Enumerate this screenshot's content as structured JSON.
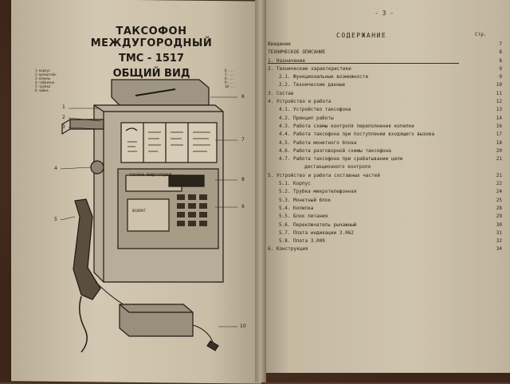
{
  "left_page": {
    "title_line1": "ТАКСОФОН МЕЖДУГОРОДНЫЙ",
    "title_line2": "ТМС - 1517",
    "title_line3": "ОБЩИЙ ВИД",
    "legend_left": [
      "1-корпус",
      "2-кронштейн",
      "3-панель",
      "4-табличка",
      "5-трубка",
      "6-замок"
    ],
    "legend_right": [
      "6-...",
      "7-...",
      "8-...",
      "9-...",
      "10-..."
    ],
    "panel_label": "ТАКСОФОН МЕЖДУГОРОДНЫЙ",
    "display_label": "ВОЗВРАТ",
    "callouts": [
      "1",
      "2",
      "3",
      "4",
      "5",
      "6",
      "7",
      "8",
      "9",
      "10"
    ]
  },
  "right_page": {
    "page_number": "- 3 -",
    "toc_title": "СОДЕРЖАНИЕ",
    "page_col_header": "Стр.",
    "entries": [
      {
        "indent": 0,
        "text": "Введение",
        "page": "7"
      },
      {
        "indent": 0,
        "text": "ТЕХНИЧЕСКОЕ ОПИСАНИЕ",
        "page": "8"
      },
      {
        "indent": 0,
        "text": "1. Назначение",
        "page": "8"
      },
      {
        "indent": 0,
        "text": "2. Технические характеристики",
        "page": "9"
      },
      {
        "indent": 1,
        "text": "2.1. Функциональные возможности",
        "page": "9"
      },
      {
        "indent": 1,
        "text": "2.2. Технические данные",
        "page": "10"
      },
      {
        "indent": 0,
        "text": "3. Состав",
        "page": "11"
      },
      {
        "indent": 0,
        "text": "4. Устройство и работа",
        "page": "12"
      },
      {
        "indent": 1,
        "text": "4.1. Устройство таксофона",
        "page": "13"
      },
      {
        "indent": 1,
        "text": "4.2. Принцип работы",
        "page": "14"
      },
      {
        "indent": 1,
        "text": "4.3. Работа схемы контроля переполнения копилки",
        "page": "16"
      },
      {
        "indent": 1,
        "text": "4.4. Работа таксофона при поступлении входящего вызова",
        "page": "17"
      },
      {
        "indent": 1,
        "text": "4.5. Работа монетного блока",
        "page": "18"
      },
      {
        "indent": 1,
        "text": "4.6. Работа разговорной схемы таксофона",
        "page": "20"
      },
      {
        "indent": 1,
        "text": "4.7. Работа таксофона при срабатывании цепи",
        "page": "21"
      },
      {
        "indent": 2,
        "text": "дистанционного контроля",
        "page": ""
      },
      {
        "indent": 0,
        "text": "5. Устройство и работа составных частей",
        "page": "21"
      },
      {
        "indent": 1,
        "text": "5.1. Корпус",
        "page": "22"
      },
      {
        "indent": 1,
        "text": "5.2. Трубка микротелефонная",
        "page": "24"
      },
      {
        "indent": 1,
        "text": "5.3. Монетный блок",
        "page": "25"
      },
      {
        "indent": 1,
        "text": "5.4. Копилка",
        "page": "28"
      },
      {
        "indent": 1,
        "text": "5.5. Блок питания",
        "page": "29"
      },
      {
        "indent": 1,
        "text": "5.6. Переключатель рычажный",
        "page": "30"
      },
      {
        "indent": 1,
        "text": "5.7. Плата индикации 3.062",
        "page": "31"
      },
      {
        "indent": 1,
        "text": "5.8. Плата 3.009",
        "page": "32"
      },
      {
        "indent": 0,
        "text": "6. Конструкция",
        "page": "34"
      }
    ]
  }
}
